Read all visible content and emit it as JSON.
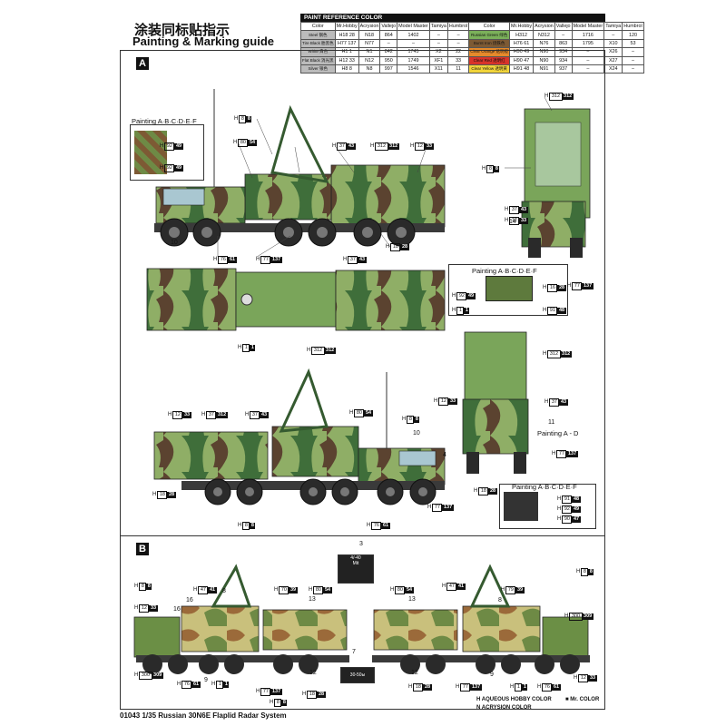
{
  "title_cn": "涂装同标贴指示",
  "title_en": "Painting & Marking guide",
  "paint_table": {
    "header": "PAINT REFERENCE COLOR",
    "columns": [
      "Color",
      "Mr.Hobby",
      "Acrysion",
      "Vallejo",
      "Model Master",
      "Tamiya",
      "Humbrol",
      "Color",
      "Mr.Hobby",
      "Acrysion",
      "Vallejo",
      "Model Master",
      "Tamiya",
      "Humbrol"
    ],
    "rows": [
      {
        "c1": "Steel",
        "c1cn": "钢色",
        "h1": "18",
        "hv1": "28",
        "n1": "18",
        "v1": "864",
        "m1": "1402",
        "t1": "–",
        "u1": "–",
        "c2": "Russian Green",
        "c2cn": "绿色",
        "h2": "312",
        "n2": "312",
        "v2": "–",
        "m2": "1716",
        "t2": "–",
        "u2": "120",
        "c2col": "#7bb05a"
      },
      {
        "c1": "Tire Black",
        "c1cn": "胎黑色",
        "h1": "77",
        "hv1": "137",
        "n1": "77",
        "v1": "–",
        "m1": "–",
        "t1": "–",
        "u1": "–",
        "c2": "Burnt Iron",
        "c2cn": "烧铁色",
        "h2": "76",
        "hv2": "61",
        "n2": "76",
        "v2": "863",
        "m2": "1795",
        "t2": "X10",
        "u2": "53",
        "c2col": "#7d5a34"
      },
      {
        "c1": "White",
        "c1cn": "白色",
        "h1": "1",
        "hv1": "1",
        "n1": "1",
        "v1": "842",
        "m1": "1745",
        "t1": "X2",
        "u1": "22",
        "c2": "Clear Orange",
        "c2cn": "透明橙",
        "h2": "90",
        "hv2": "49",
        "n2": "90",
        "v2": "934",
        "m2": "–",
        "t2": "X26",
        "u2": "–",
        "c2col": "#e58a2b"
      },
      {
        "c1": "Flat Black",
        "c1cn": "消光黑",
        "h1": "12",
        "hv1": "33",
        "n1": "12",
        "v1": "950",
        "m1": "1749",
        "t1": "XF1",
        "u1": "33",
        "c2": "Clear Red",
        "c2cn": "透明红",
        "h2": "90",
        "hv2": "47",
        "n2": "90",
        "v2": "934",
        "m2": "–",
        "t2": "X27",
        "u2": "–",
        "c2col": "#d8342a"
      },
      {
        "c1": "Silver",
        "c1cn": "银色",
        "h1": "8",
        "hv1": "8",
        "n1": "8",
        "v1": "997",
        "m1": "1546",
        "t1": "X11",
        "u1": "11",
        "c2": "Clear Yellow",
        "c2cn": "透明黄",
        "h2": "91",
        "hv2": "48",
        "n2": "91",
        "v2": "937",
        "m2": "–",
        "t2": "X24",
        "u2": "–",
        "c2col": "#f1d43a"
      }
    ]
  },
  "sections": {
    "a": "A",
    "b": "B"
  },
  "painting_labels": {
    "abcdef": "Painting A·B·C·D·E·F",
    "ad": "Painting  A - D"
  },
  "callouts": {
    "h8_8": {
      "h": "H",
      "num": "8",
      "v": "8"
    },
    "h80_54": {
      "h": "H",
      "num": "80",
      "v": "54"
    },
    "h92_49": {
      "h": "H",
      "num": "92",
      "v": "49"
    },
    "h90_49": {
      "h": "H",
      "num": "90",
      "v": "49"
    },
    "h37_43": {
      "h": "H",
      "num": "37",
      "v": "43"
    },
    "h312_312": {
      "h": "H",
      "num": "312",
      "v": "312"
    },
    "h12_33": {
      "h": "H",
      "num": "12",
      "v": "33"
    },
    "h18_28": {
      "h": "H",
      "num": "18",
      "v": "28"
    },
    "h76_61": {
      "h": "H",
      "num": "76",
      "v": "61"
    },
    "h77_137": {
      "h": "H",
      "num": "77",
      "v": "137"
    },
    "h1_1": {
      "h": "H",
      "num": "1",
      "v": "1"
    },
    "h16_28": {
      "h": "H",
      "num": "16",
      "v": "28"
    },
    "h91_48": {
      "h": "H",
      "num": "91",
      "v": "48"
    },
    "h90_47": {
      "h": "H",
      "num": "90",
      "v": "47"
    },
    "h47_41": {
      "h": "H",
      "num": "47",
      "v": "41"
    },
    "h70_39": {
      "h": "H",
      "num": "70",
      "v": "39"
    },
    "h79_39": {
      "h": "H",
      "num": "79",
      "v": "39"
    },
    "h300_309": {
      "h": "H",
      "num": "300",
      "v": "309"
    }
  },
  "part_numbers": {
    "n10a": "10",
    "n14": "14",
    "n10b": "10",
    "n11": "11",
    "n4": "4",
    "n3": "3",
    "n7": "7",
    "n8a": "8",
    "n16a": "16",
    "n16b": "16",
    "n13a": "13",
    "n13b": "13",
    "n12a": "12",
    "n12b": "12",
    "n9a": "9",
    "n8b": "8",
    "n9b": "9"
  },
  "decal_3": "4/-40\nMit",
  "decal_7": "30-50ы",
  "footer": "01043  1/35  Russian 30N6E Flaplid Radar System",
  "legend": {
    "aqueous": "AQUEOUS HOBBY COLOR",
    "acrysion": "ACRYSION COLOR",
    "mr": "Mr. COLOR",
    "h_prefix": "H",
    "n_prefix": "N"
  }
}
